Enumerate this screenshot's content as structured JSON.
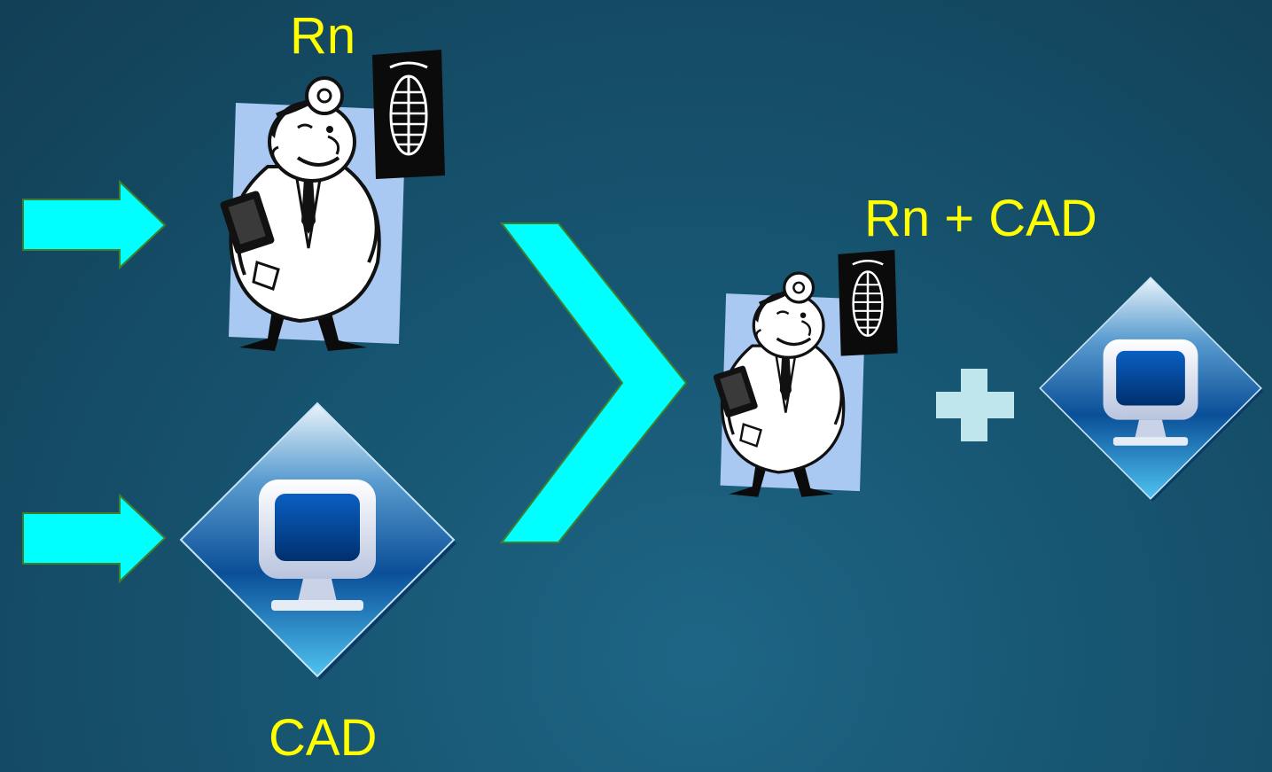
{
  "labels": {
    "radiologist": "Rn",
    "cad": "CAD",
    "combined": "Rn + CAD"
  },
  "icons": {
    "input_arrow": "right-arrow-icon",
    "combine_chevron": "chevron-right-icon",
    "plus": "plus-icon",
    "radiologist": "doctor-with-xray-icon",
    "cad": "computer-monitor-diamond-icon"
  },
  "colors": {
    "label": "#ffff00",
    "arrow": "#00ffff",
    "plus": "#bfe6ec",
    "background": "#175672",
    "xray_card": "#a9c9f2"
  }
}
